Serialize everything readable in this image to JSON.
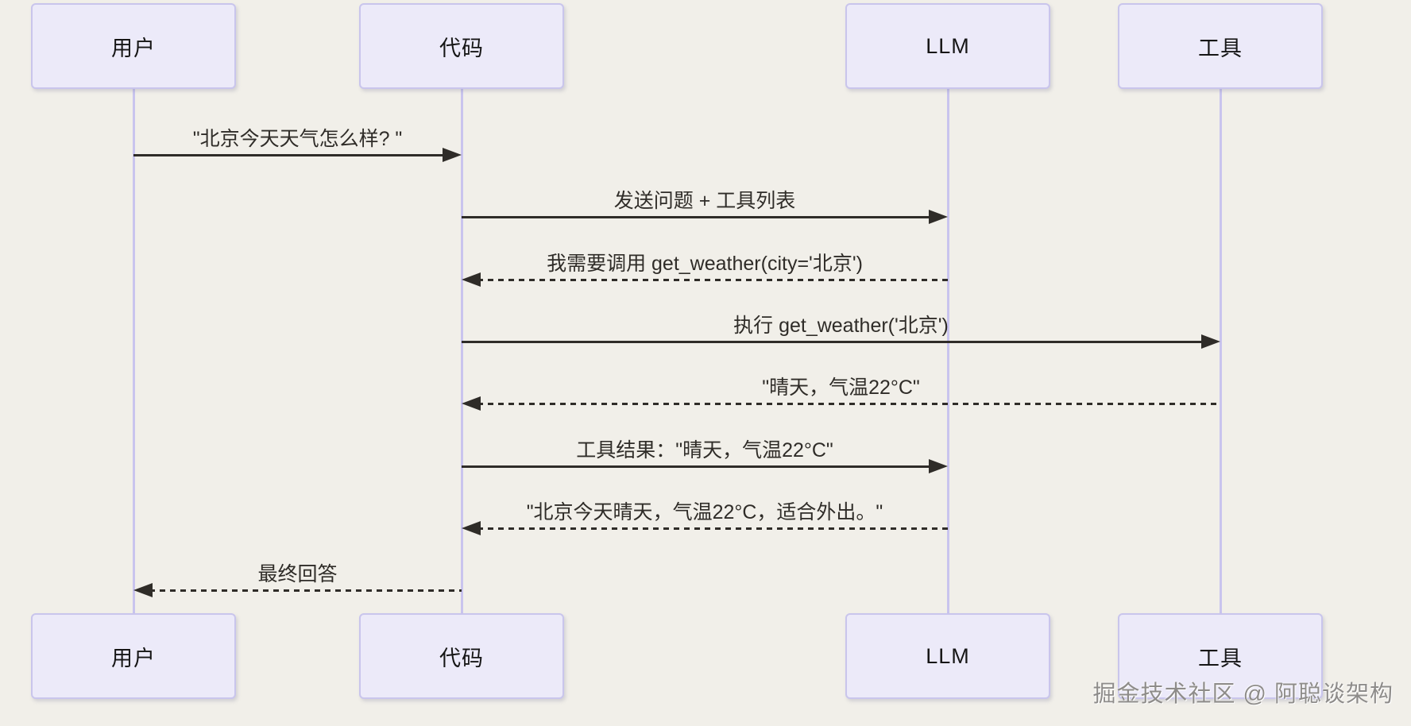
{
  "diagram": {
    "type": "sequence-diagram",
    "actors": [
      {
        "id": "user",
        "label": "用户"
      },
      {
        "id": "code",
        "label": "代码"
      },
      {
        "id": "llm",
        "label": "LLM"
      },
      {
        "id": "tool",
        "label": "工具"
      }
    ],
    "messages": [
      {
        "from": "user",
        "to": "code",
        "label": "\"北京今天天气怎么样? \"",
        "style": "solid"
      },
      {
        "from": "code",
        "to": "llm",
        "label": "发送问题 + 工具列表",
        "style": "solid"
      },
      {
        "from": "llm",
        "to": "code",
        "label": "我需要调用 get_weather(city='北京')",
        "style": "dashed"
      },
      {
        "from": "code",
        "to": "tool",
        "label": "执行 get_weather('北京')",
        "style": "solid"
      },
      {
        "from": "tool",
        "to": "code",
        "label": "\"晴天，气温22°C\"",
        "style": "dashed"
      },
      {
        "from": "code",
        "to": "llm",
        "label": "工具结果：\"晴天，气温22°C\"",
        "style": "solid"
      },
      {
        "from": "llm",
        "to": "code",
        "label": "\"北京今天晴天，气温22°C，适合外出。\"",
        "style": "dashed"
      },
      {
        "from": "code",
        "to": "user",
        "label": "最终回答",
        "style": "dashed"
      }
    ],
    "watermark": "掘金技术社区 @ 阿聪谈架构",
    "colors": {
      "background": "#F1EFE9",
      "actor_box_fill": "#ECEAF9",
      "actor_box_border": "#C9C5EC",
      "lifeline": "#C9C4EE",
      "line_and_text": "#2F2C28",
      "watermark_text": "#8E8C8A"
    }
  }
}
